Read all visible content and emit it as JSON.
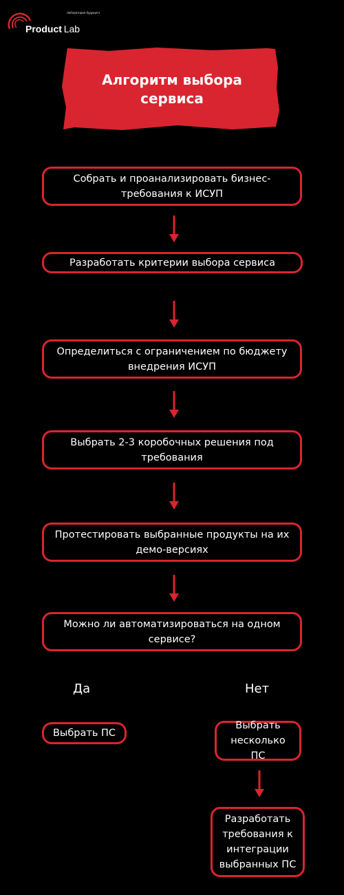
{
  "logo": {
    "brand_bold": "Product",
    "brand_light": "Lab",
    "tagline": "Лаборатория будущего"
  },
  "title": "Алгоритм выбора сервиса",
  "steps": [
    "Собрать и проанализировать бизнес-требования к ИСУП",
    "Разработать критерии выбора сервиса",
    "Определиться с ограничением по бюджету внедрения ИСУП",
    "Выбрать 2-3 коробочных решения под требования",
    "Протестировать выбранные продукты на их демо-версиях",
    "Можно ли автоматизироваться на одном сервисе?"
  ],
  "branches": {
    "yes": {
      "label": "Да",
      "result": "Выбрать ПС"
    },
    "no": {
      "label": "Нет",
      "result": "Выбрать несколько ПС",
      "next": "Разработать требования к интеграции выбранных ПС"
    }
  },
  "colors": {
    "accent": "#d9252f",
    "background": "#000000",
    "text": "#ffffff"
  }
}
